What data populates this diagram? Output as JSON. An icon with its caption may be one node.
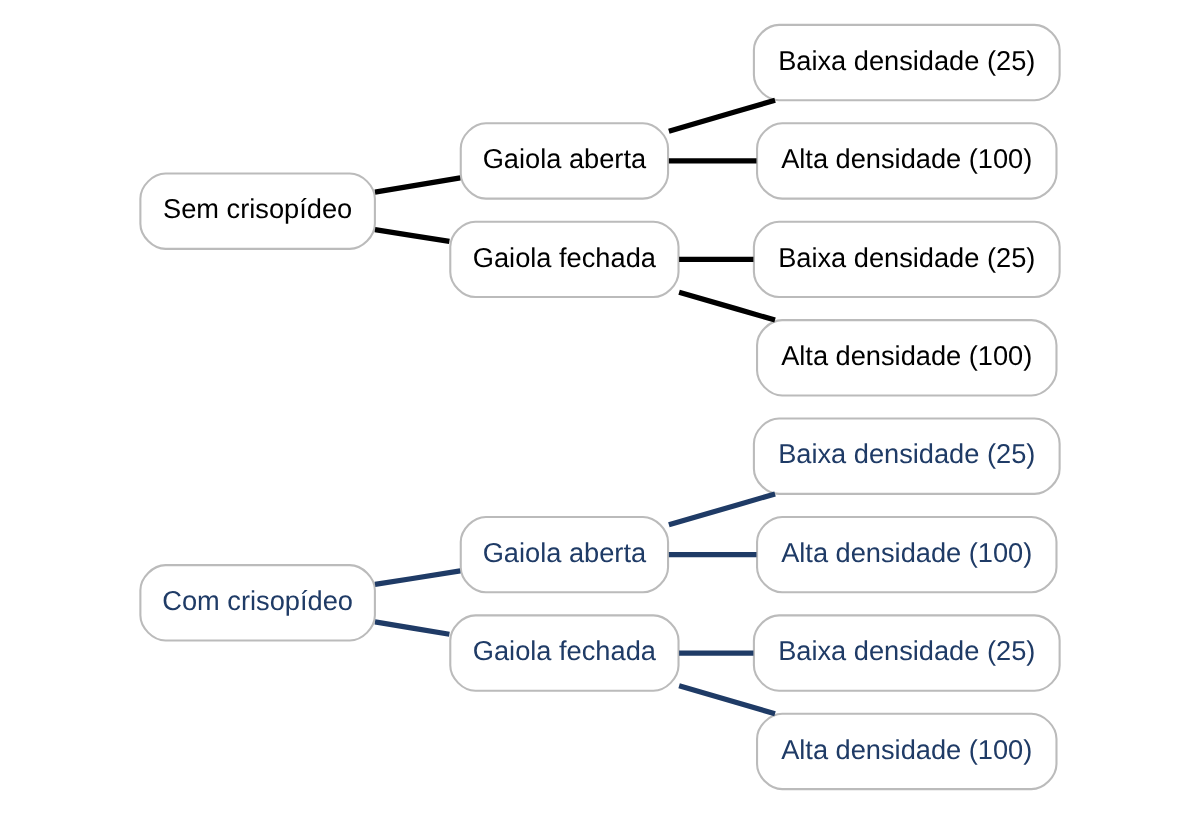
{
  "diagram": {
    "nodes": [
      {
        "text": [
          "Com crisopídeo"
        ]
      },
      {
        "text": [
          "Gaiola aberta"
        ]
      },
      {
        "text": [
          "Baixa densidade (25)"
        ]
      },
      {
        "text": [
          "Alta densidade (100)"
        ]
      },
      {
        "text": [
          "Gaiola fechada"
        ]
      },
      {
        "text": [
          "Baixa densidade (25)"
        ]
      },
      {
        "text": [
          "Alta densidade (100)"
        ]
      },
      {
        "text": [
          "Sem crisopídeo"
        ]
      },
      {
        "text": [
          "Gaiola aberta"
        ]
      },
      {
        "text": [
          "Baixa densidade (25)"
        ]
      },
      {
        "text": [
          "Alta densidade (100)"
        ]
      },
      {
        "text": [
          "Gaiola fechada"
        ]
      },
      {
        "text": [
          "Baixa densidade (25)"
        ]
      },
      {
        "text": [
          "Alta densidade (100)"
        ]
      }
    ],
    "edges": [
      {
        "from": 0,
        "to": 1,
        "arrow": "none",
        "color": "#1f3b66"
      },
      {
        "from": 1,
        "to": 2,
        "arrow": "none",
        "color": "#1f3b66"
      },
      {
        "from": 1,
        "to": 3,
        "arrow": "none",
        "color": "#1f3b66"
      },
      {
        "from": 0,
        "to": 4,
        "arrow": "none",
        "color": "#1f3b66"
      },
      {
        "from": 4,
        "to": 5,
        "arrow": "none",
        "color": "#1f3b66"
      },
      {
        "from": 4,
        "to": 6,
        "arrow": "none",
        "color": "#1f3b66"
      },
      {
        "from": 7,
        "to": 8,
        "arrow": "none",
        "color": "#000000"
      },
      {
        "from": 8,
        "to": 9,
        "arrow": "none",
        "color": "#000000"
      },
      {
        "from": 8,
        "to": 10,
        "arrow": "none",
        "color": "#000000"
      },
      {
        "from": 7,
        "to": 11,
        "arrow": "none",
        "color": "#000000"
      },
      {
        "from": 11,
        "to": 12,
        "arrow": "none",
        "color": "#000000"
      },
      {
        "from": 11,
        "to": 13,
        "arrow": "none",
        "color": "#000000"
      }
    ]
  }
}
